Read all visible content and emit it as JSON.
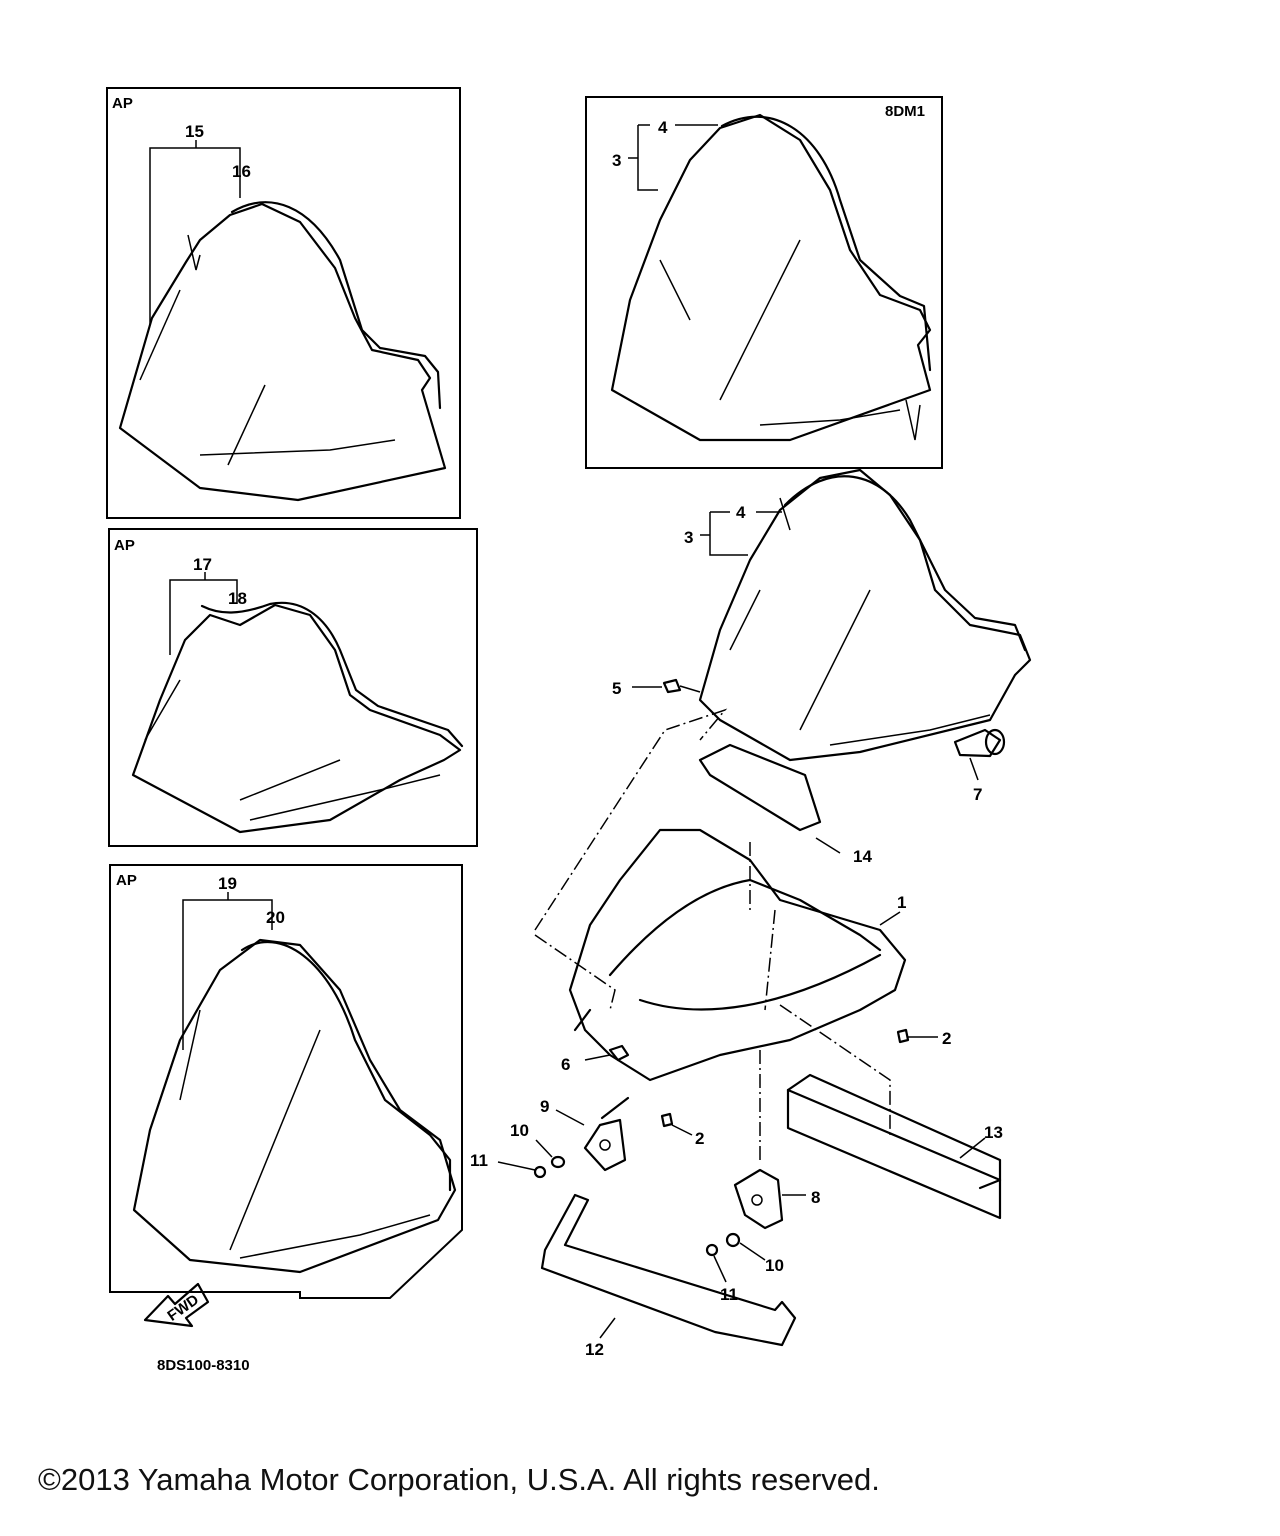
{
  "inset_tags": {
    "ap_top": "AP",
    "ap_middle": "AP",
    "ap_bottom": "AP",
    "model": "8DM1"
  },
  "callouts": {
    "c1": "1",
    "c2a": "2",
    "c2b": "2",
    "c3a": "3",
    "c3b": "3",
    "c4a": "4",
    "c4b": "4",
    "c5": "5",
    "c6": "6",
    "c7": "7",
    "c8": "8",
    "c9": "9",
    "c10a": "10",
    "c10b": "10",
    "c11a": "11",
    "c11b": "11",
    "c12": "12",
    "c13": "13",
    "c14": "14",
    "c15": "15",
    "c16": "16",
    "c17": "17",
    "c18": "18",
    "c19": "19",
    "c20": "20"
  },
  "fwd_arrow": "FWD",
  "drawing_code": "8DS100-8310",
  "copyright": "©2013 Yamaha Motor Corporation, U.S.A. All rights reserved."
}
